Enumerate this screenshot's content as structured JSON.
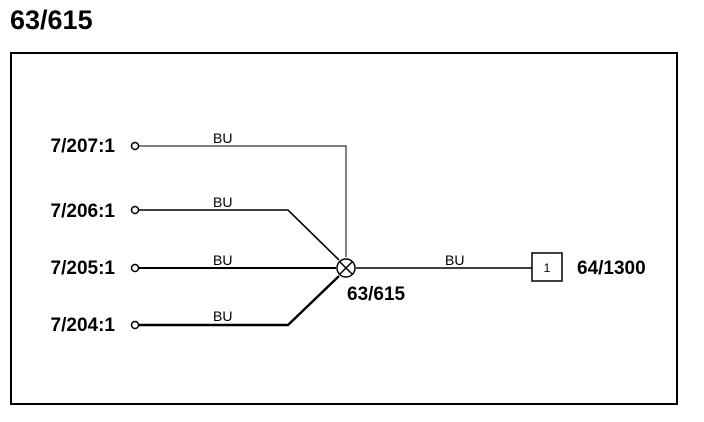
{
  "title": "63/615",
  "connectors": [
    {
      "label": "7/207:1"
    },
    {
      "label": "7/206:1"
    },
    {
      "label": "7/205:1"
    },
    {
      "label": "7/204:1"
    }
  ],
  "wires": [
    {
      "color_code": "BU"
    },
    {
      "color_code": "BU"
    },
    {
      "color_code": "BU"
    },
    {
      "color_code": "BU"
    },
    {
      "color_code": "BU"
    }
  ],
  "splice": {
    "label": "63/615"
  },
  "destination": {
    "pin": "1",
    "label": "64/1300"
  }
}
